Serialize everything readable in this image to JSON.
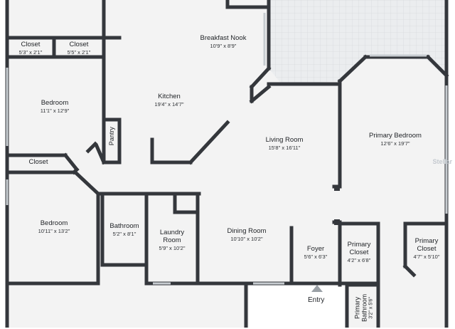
{
  "rooms": {
    "closet_left": {
      "name": "Closet",
      "dims": "5'3\" x 2'1\""
    },
    "closet_right": {
      "name": "Closet",
      "dims": "5'5\" x 2'1\""
    },
    "breakfast_nook": {
      "name": "Breakfast Nook",
      "dims": "10'9\" x 8'9\""
    },
    "bedroom_1": {
      "name": "Bedroom",
      "dims": "11'1\" x 12'9\""
    },
    "kitchen": {
      "name": "Kitchen",
      "dims": "19'4\" x 14'7\""
    },
    "pantry": {
      "name": "Pantry"
    },
    "primary_bedroom": {
      "name": "Primary Bedroom",
      "dims": "12'6\" x 19'7\""
    },
    "living_room": {
      "name": "Living Room",
      "dims": "15'8\" x 16'11\""
    },
    "closet_hall": {
      "name": "Closet"
    },
    "bedroom_2": {
      "name": "Bedroom",
      "dims": "10'11\" x 13'2\""
    },
    "bathroom": {
      "name": "Bathroom",
      "dims": "5'2\" x 8'1\""
    },
    "laundry": {
      "name": "Laundry Room",
      "name_line1": "Laundry",
      "name_line2": "Room",
      "dims": "5'9\" x 10'2\""
    },
    "dining_room": {
      "name": "Dining Room",
      "dims": "10'10\" x 10'2\""
    },
    "foyer": {
      "name": "Foyer",
      "dims": "5'6\" x 6'3\""
    },
    "primary_closet_1": {
      "name": "Primary Closet",
      "name_line1": "Primary",
      "name_line2": "Closet",
      "dims": "4'2\" x 6'8\""
    },
    "primary_closet_2": {
      "name": "Primary Closet",
      "name_line1": "Primary",
      "name_line2": "Closet",
      "dims": "4'7\" x 5'10\""
    },
    "primary_bathroom": {
      "name": "Primary Bathroom",
      "name_line1": "Primary",
      "name_line2": "Bathroom",
      "dims": "3'2\" x 5'6\""
    }
  },
  "entry": {
    "label": "Entry"
  },
  "watermark": "Stellar",
  "colors": {
    "wall": "#34373c",
    "floor": "#f3f3f3",
    "patio": "#e7e9eb",
    "window": "#c7ccd1"
  }
}
